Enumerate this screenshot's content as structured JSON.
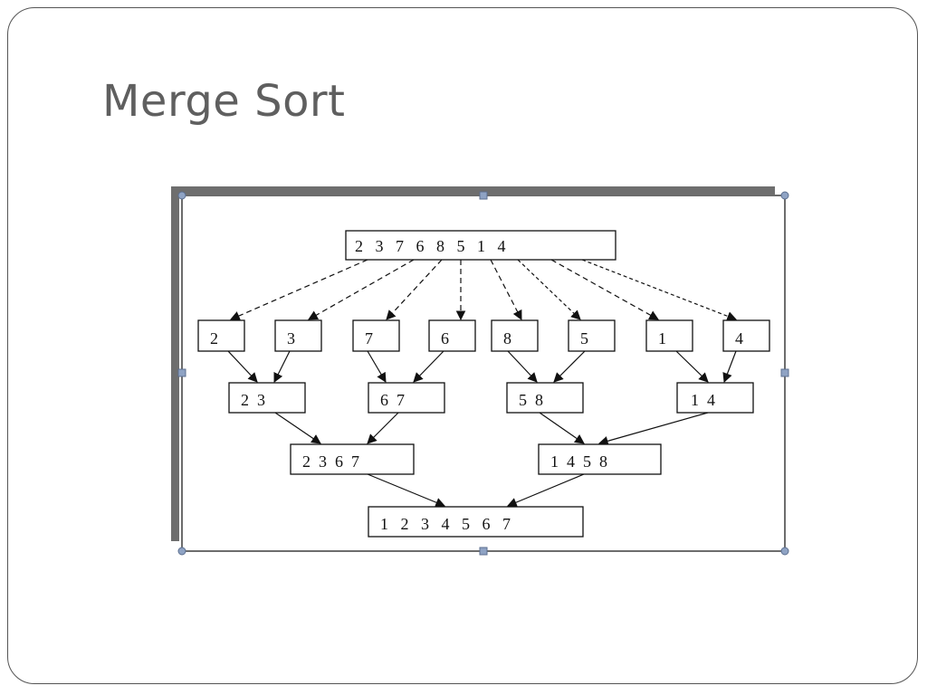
{
  "slide": {
    "title": "Merge Sort"
  },
  "diagram": {
    "levels": [
      {
        "id": "input",
        "nodes": [
          {
            "label": "2   3   7   6   8   5   1   4"
          }
        ]
      },
      {
        "id": "split",
        "nodes": [
          {
            "label": "2"
          },
          {
            "label": "3"
          },
          {
            "label": "7"
          },
          {
            "label": "6"
          },
          {
            "label": "8"
          },
          {
            "label": "5"
          },
          {
            "label": "1"
          },
          {
            "label": "4"
          }
        ]
      },
      {
        "id": "merge-pairs",
        "nodes": [
          {
            "label": "2  3"
          },
          {
            "label": "6  7"
          },
          {
            "label": "5  8"
          },
          {
            "label": "1  4"
          }
        ]
      },
      {
        "id": "merge-quads",
        "nodes": [
          {
            "label": "2  3  6  7"
          },
          {
            "label": "1  4  5  8"
          }
        ]
      },
      {
        "id": "sorted",
        "nodes": [
          {
            "label": "1   2   3   4   5   6   7"
          }
        ]
      }
    ],
    "colors": {
      "node_border": "#111111",
      "shadow": "#6e6e6e",
      "selection_handle": "#8fa3c4"
    }
  }
}
